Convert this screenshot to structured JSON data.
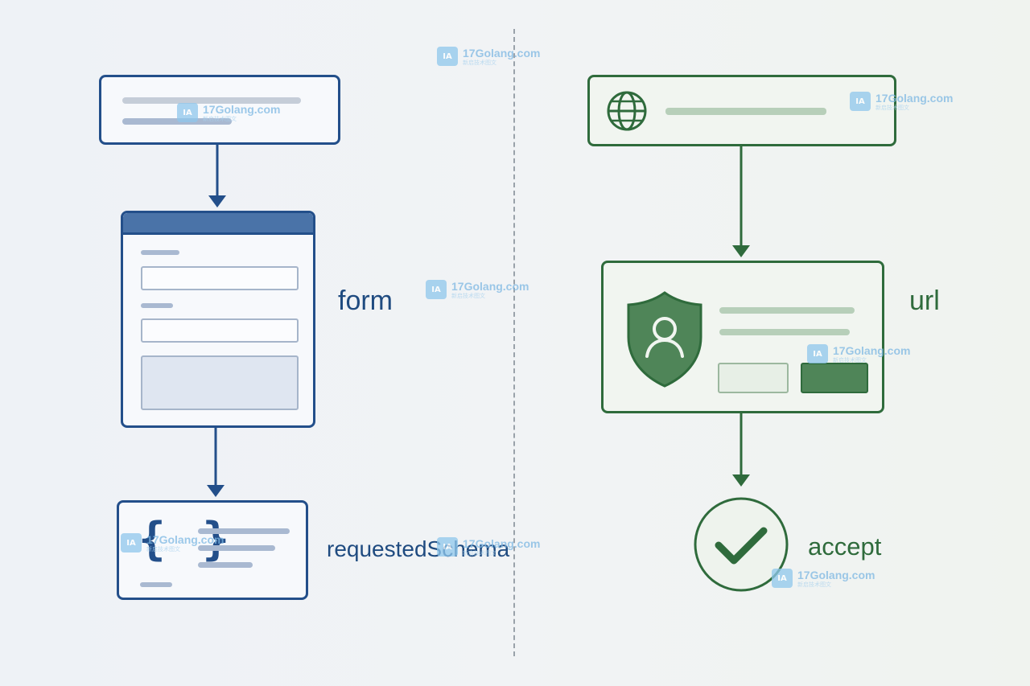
{
  "left_flow": {
    "form_label": "form",
    "schema_label": "requestedSchema",
    "schema_braces": "{ }",
    "color": "#234f8a"
  },
  "right_flow": {
    "url_label": "url",
    "accept_label": "accept",
    "color": "#2f6b3c"
  },
  "watermark": {
    "text": "17Golang.com",
    "subtext": "新启技术图文"
  }
}
